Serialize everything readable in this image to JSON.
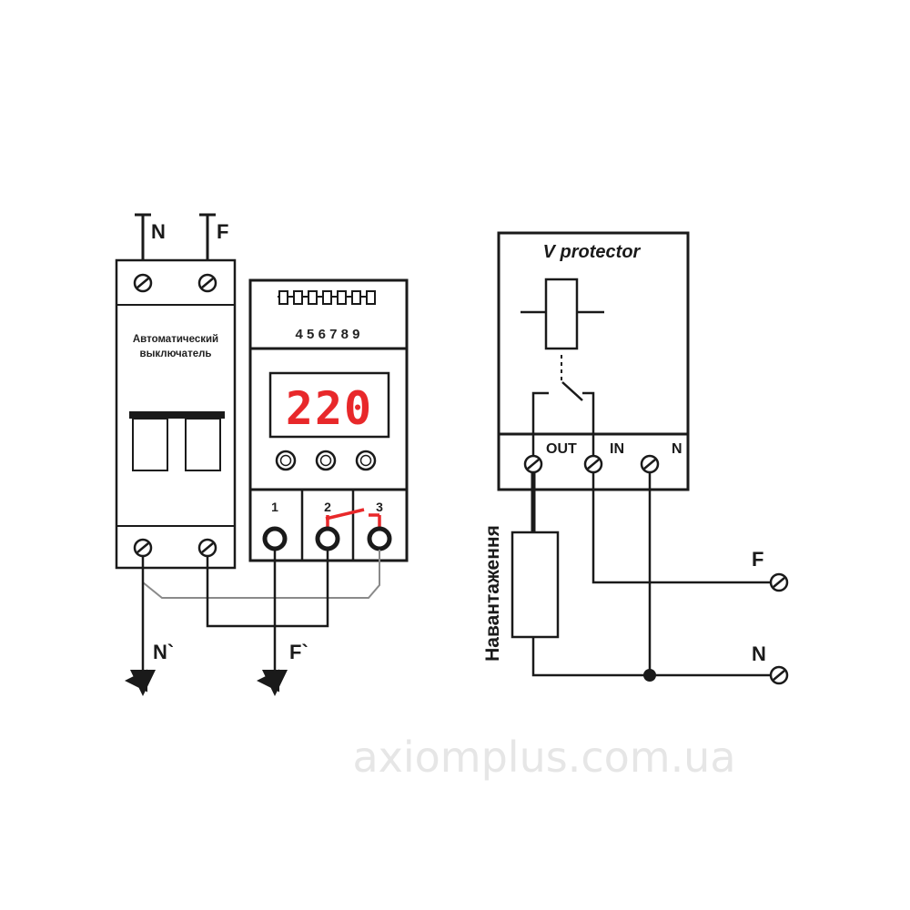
{
  "left_diagram": {
    "supply_n_label": "N",
    "supply_f_label": "F",
    "breaker_label_line1": "Автоматический",
    "breaker_label_line2": "выключатель",
    "relay_pin_numbers": "4 5 6 7 8 9",
    "display_value": "220",
    "terminal_1": "1",
    "terminal_2": "2",
    "terminal_3": "3",
    "out_n_label": "N`",
    "out_f_label": "F`"
  },
  "right_diagram": {
    "device_title": "V protector",
    "terminal_out": "OUT",
    "terminal_in": "IN",
    "terminal_n": "N",
    "load_label": "Навантаження",
    "line_f_label": "F",
    "line_n_label": "N"
  },
  "watermark": "axiomplus.com.ua",
  "colors": {
    "line": "#222222",
    "relay_accent": "#e8282a",
    "gray_wire": "#8a8a8a"
  }
}
